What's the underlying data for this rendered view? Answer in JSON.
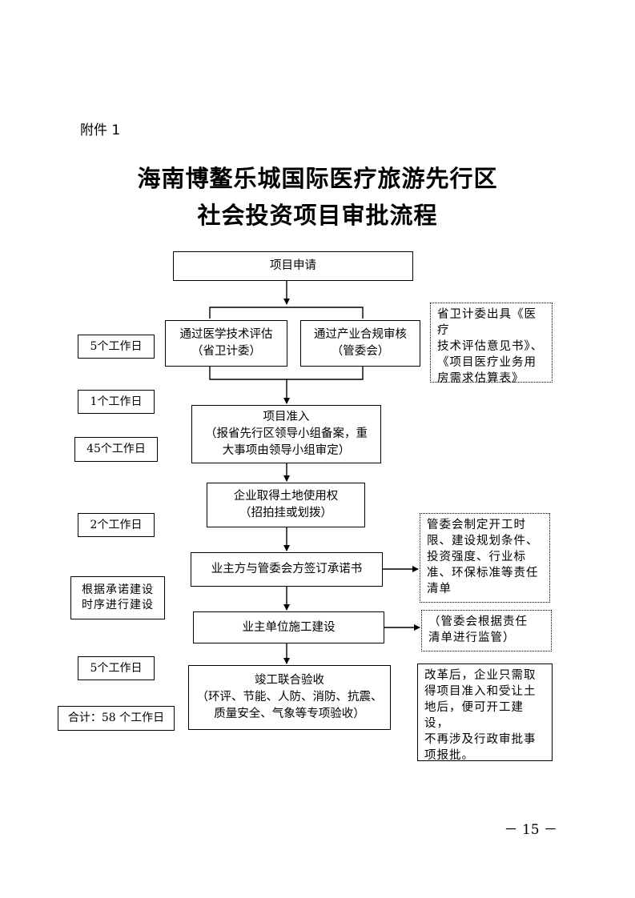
{
  "attachment": "附件 1",
  "title": {
    "line1": "海南博鳌乐城国际医疗旅游先行区",
    "line2": "社会投资项目审批流程"
  },
  "flow": {
    "step1": "项目申请",
    "step2a": {
      "line1": "通过医学技术评估",
      "line2": "（省卫计委）"
    },
    "step2b": {
      "line1": "通过产业合规审核",
      "line2": "（管委会）"
    },
    "step3": {
      "line1": "项目准入",
      "line2": "（报省先行区领导小组备案，重",
      "line3": "大事项由领导小组审定）"
    },
    "step4": {
      "line1": "企业取得土地使用权",
      "line2": "（招拍挂或划拨）"
    },
    "step5": "业主方与管委会方签订承诺书",
    "step6": "业主单位施工建设",
    "step7": {
      "line1": "竣工联合验收",
      "line2": "（环评、节能、人防、消防、抗震、",
      "line3": "质量安全、气象等专项验收）"
    }
  },
  "time_labels": {
    "t1": "5个工作日",
    "t2": "1个工作日",
    "t3": "45个工作日",
    "t4": "2个工作日",
    "t5": {
      "line1": "根据承诺建设",
      "line2": "时序进行建设"
    },
    "t6": "5个工作日",
    "total": "合计：58 个工作日"
  },
  "notes": {
    "n1": {
      "line1": "省卫计委出具《医疗",
      "line2": "技术评估意见书》、",
      "line3": "《项目医疗业务用",
      "line4": "房需求估算表》"
    },
    "n2": {
      "line1": "管委会制定开工时",
      "line2": "限、建设规划条件、",
      "line3": "投资强度、行业标",
      "line4": "准、环保标准等责任",
      "line5": "清单"
    },
    "n3": {
      "line1": "（管委会根据责任",
      "line2": "清单进行监管）"
    },
    "n4": {
      "line1": "改革后，企业只需取",
      "line2": "得项目准入和受让土",
      "line3": "地后，便可开工建设，",
      "line4": "不再涉及行政审批事",
      "line5": "项报批。"
    }
  },
  "page_number": "－ 15 －"
}
